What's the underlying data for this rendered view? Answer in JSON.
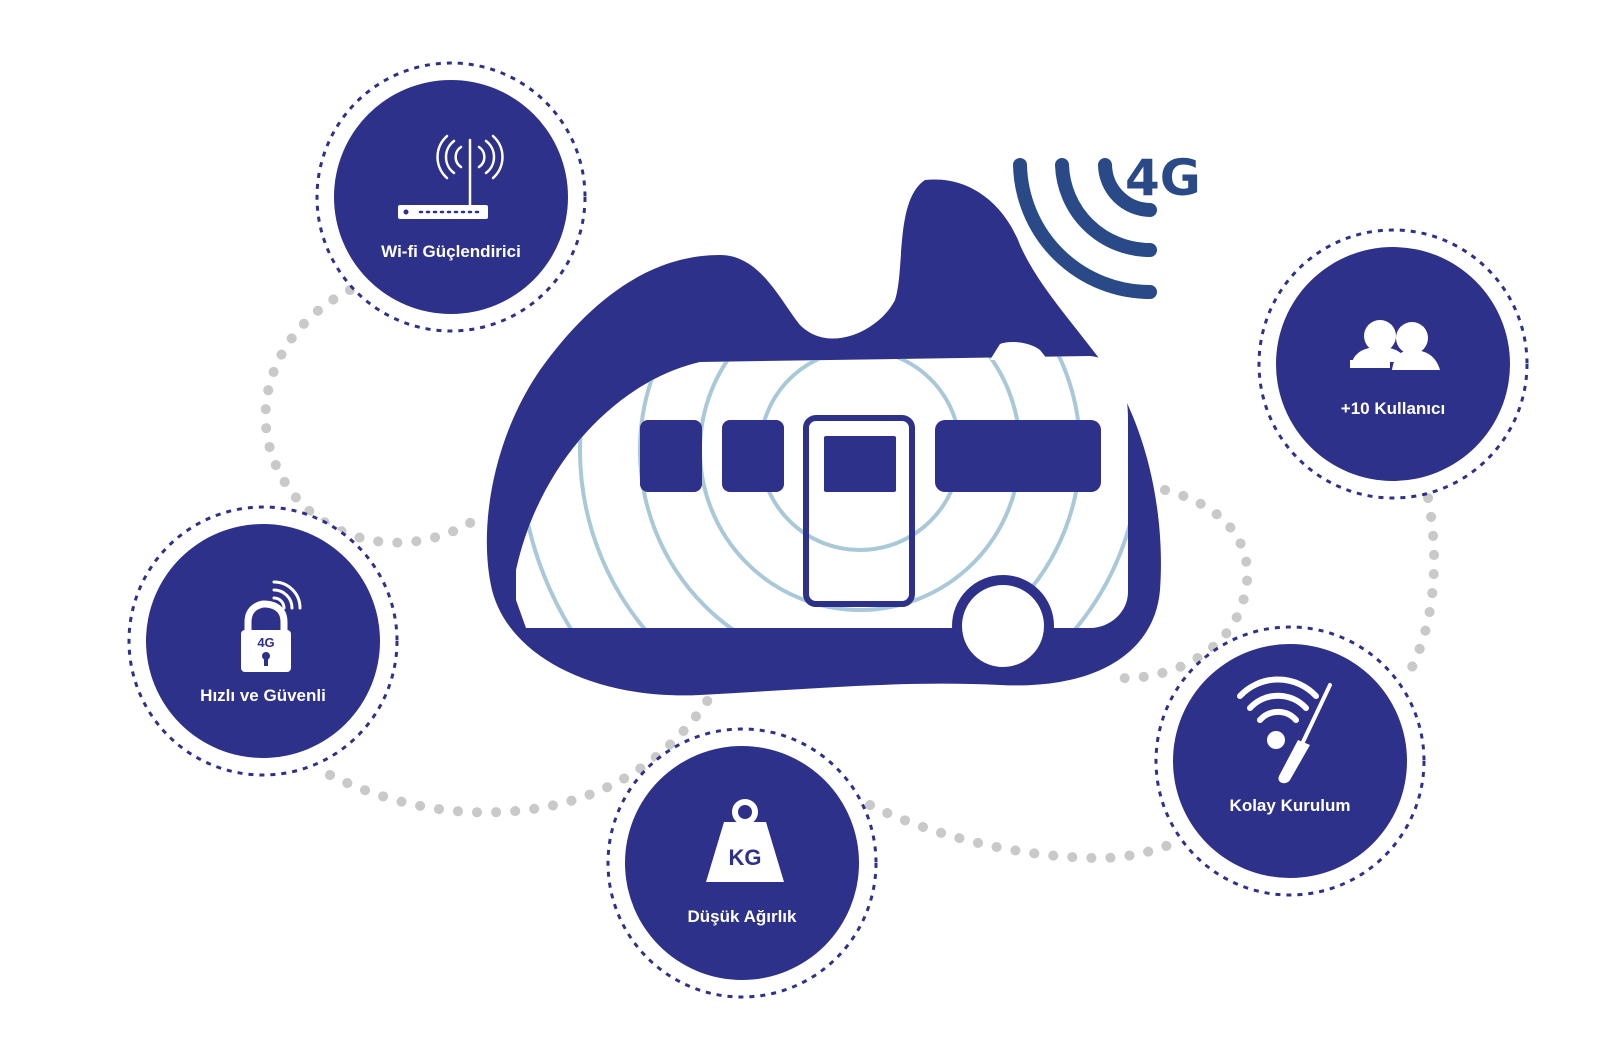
{
  "diagram": {
    "center": {
      "band_label": "4G"
    },
    "features": [
      {
        "id": "wifi-booster",
        "label": "Wi-fi Güçlendirici",
        "icon": "router-antenna-icon"
      },
      {
        "id": "users",
        "label": "+10 Kullanıcı",
        "icon": "users-icon"
      },
      {
        "id": "fast-secure",
        "label": "Hızlı ve Güvenli",
        "icon": "4g-lock-icon",
        "icon_text": "4G"
      },
      {
        "id": "low-weight",
        "label": "Düşük Ağırlık",
        "icon": "weight-icon",
        "icon_text": "KG"
      },
      {
        "id": "easy-setup",
        "label": "Kolay Kurulum",
        "icon": "wifi-screwdriver-icon"
      }
    ]
  },
  "colors": {
    "navy": "#2e3189",
    "signal_blue": "#2a4a87",
    "dot_gray": "#c9c9c9",
    "ring_dash": "#2e3189",
    "ripple": "#a9c9d8"
  }
}
